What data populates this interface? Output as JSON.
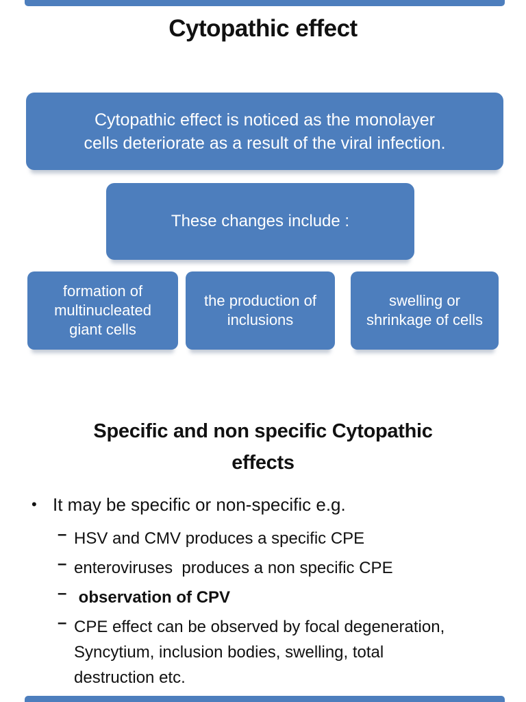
{
  "page": {
    "accent_color": "#4d7ebd",
    "text_color": "#111111",
    "background_color": "#ffffff"
  },
  "slide1": {
    "title": "Cytopathic effect",
    "intro_box": "Cytopathic effect is noticed as the monolayer\ncells deteriorate as a result of the viral infection.",
    "include_box": "These changes include :",
    "change_boxes": [
      "formation of\nmultinucleated\ngiant cells",
      "the production of\ninclusions",
      "swelling or\nshrinkage of cells"
    ]
  },
  "slide2": {
    "title": "Specific and non specific Cytopathic\neffects",
    "bullet_marker": "•",
    "dash_marker": "–",
    "bullet": "It may be specific or non-specific e.g.",
    "sub_bullets": [
      {
        "text": "HSV and CMV produces a specific CPE"
      },
      {
        "text": "enteroviruses  produces a non specific CPE"
      },
      {
        "text": " observation of CPV"
      },
      {
        "text": "CPE effect can be observed by focal degeneration,\nSyncytium, inclusion bodies, swelling, total\ndestruction etc."
      }
    ]
  }
}
